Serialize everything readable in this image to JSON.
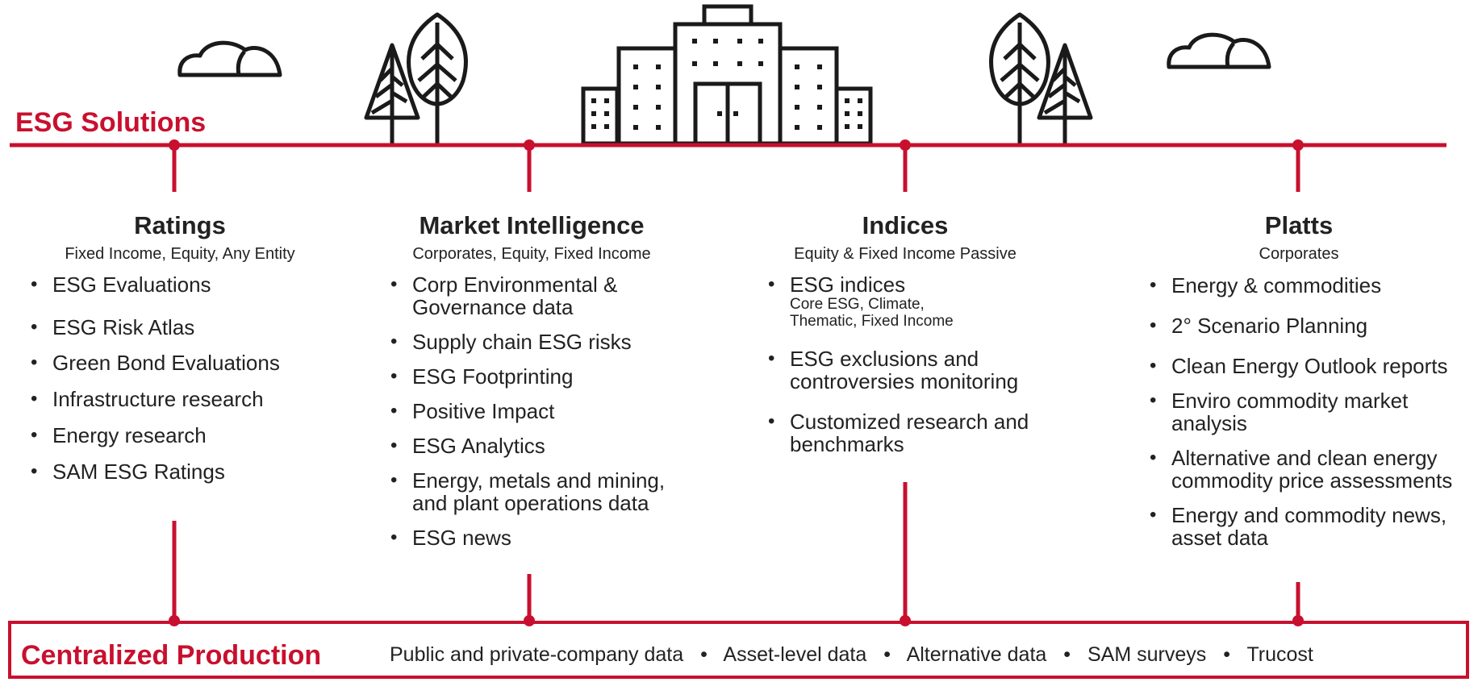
{
  "header": {
    "title": "ESG Solutions"
  },
  "columns": [
    {
      "heading": "Ratings",
      "subtitle": "Fixed Income, Equity, Any Entity",
      "items": [
        {
          "text": "ESG Evaluations",
          "sub": ""
        },
        {
          "text": "ESG Risk Atlas",
          "sub": ""
        },
        {
          "text": "Green Bond Evaluations",
          "sub": ""
        },
        {
          "text": "Infrastructure research",
          "sub": ""
        },
        {
          "text": "Energy research",
          "sub": ""
        },
        {
          "text": "SAM ESG Ratings",
          "sub": ""
        }
      ]
    },
    {
      "heading": "Market Intelligence",
      "subtitle": "Corporates, Equity, Fixed Income",
      "items": [
        {
          "text": "Corp Environmental & Governance data",
          "sub": ""
        },
        {
          "text": "Supply chain ESG risks",
          "sub": ""
        },
        {
          "text": "ESG Footprinting",
          "sub": ""
        },
        {
          "text": "Positive Impact",
          "sub": ""
        },
        {
          "text": "ESG Analytics",
          "sub": ""
        },
        {
          "text": "Energy, metals and mining, and plant operations data",
          "sub": ""
        },
        {
          "text": "ESG news",
          "sub": ""
        }
      ]
    },
    {
      "heading": "Indices",
      "subtitle": "Equity & Fixed Income Passive",
      "items": [
        {
          "text": "ESG indices",
          "sub": "Core ESG, Climate, Thematic, Fixed Income"
        },
        {
          "text": "ESG exclusions and controversies monitoring",
          "sub": ""
        },
        {
          "text": "Customized research and benchmarks",
          "sub": ""
        }
      ]
    },
    {
      "heading": "Platts",
      "subtitle": "Corporates",
      "items": [
        {
          "text": "Energy & commodities",
          "sub": ""
        },
        {
          "text": "2° Scenario Planning",
          "sub": ""
        },
        {
          "text": "Clean Energy Outlook reports",
          "sub": ""
        },
        {
          "text": "Enviro commodity market analysis",
          "sub": ""
        },
        {
          "text": "Alternative and clean energy commodity price assessments",
          "sub": ""
        },
        {
          "text": "Energy and commodity news, asset data",
          "sub": ""
        }
      ]
    }
  ],
  "production": {
    "title": "Centralized Production",
    "items": [
      "Public and private-company data",
      "Asset-level data",
      "Alternative data",
      "SAM surveys",
      "Trucost"
    ],
    "separator": "•"
  },
  "colors": {
    "accent": "#c8102e",
    "text": "#222222",
    "icon": "#1a1a1a"
  },
  "icons": [
    "cloud-icon",
    "tree-icon",
    "building-icon",
    "tree-icon",
    "cloud-icon"
  ]
}
